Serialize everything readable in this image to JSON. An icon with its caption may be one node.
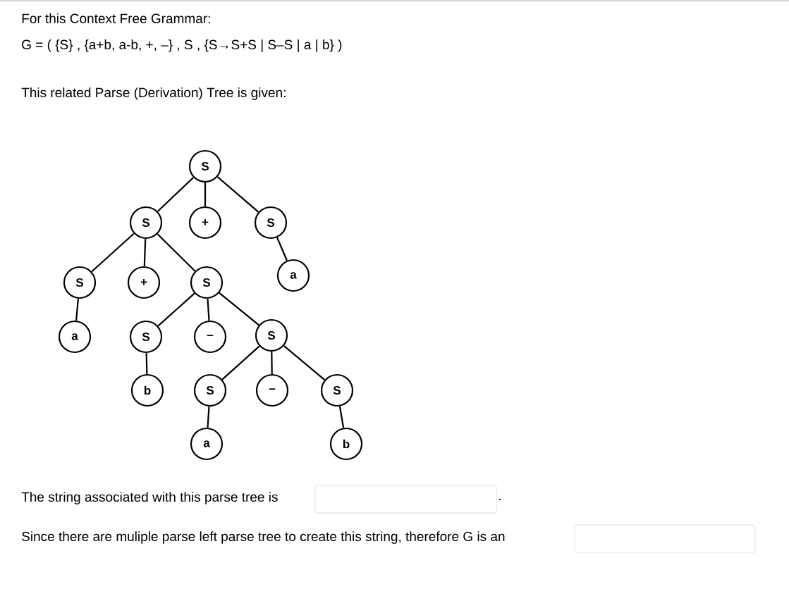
{
  "diagram": {
    "nodes": [
      {
        "text": [
          "S"
        ]
      },
      {
        "text": [
          "S"
        ]
      },
      {
        "text": [
          "+"
        ]
      },
      {
        "text": [
          "S"
        ]
      },
      {
        "text": [
          "S"
        ]
      },
      {
        "text": [
          "+"
        ]
      },
      {
        "text": [
          "S"
        ]
      },
      {
        "text": [
          "a"
        ]
      },
      {
        "text": [
          "a"
        ]
      },
      {
        "text": [
          "S"
        ]
      },
      {
        "text": [
          "–"
        ]
      },
      {
        "text": [
          "S"
        ]
      },
      {
        "text": [
          "b"
        ]
      },
      {
        "text": [
          "S"
        ]
      },
      {
        "text": [
          "–"
        ]
      },
      {
        "text": [
          "S"
        ]
      },
      {
        "text": [
          "a"
        ]
      },
      {
        "text": [
          "b"
        ]
      }
    ],
    "edges": [
      {
        "from": 0,
        "to": 1,
        "arrow": "none"
      },
      {
        "from": 0,
        "to": 2,
        "arrow": "none"
      },
      {
        "from": 0,
        "to": 3,
        "arrow": "none"
      },
      {
        "from": 1,
        "to": 4,
        "arrow": "none"
      },
      {
        "from": 1,
        "to": 5,
        "arrow": "none"
      },
      {
        "from": 1,
        "to": 6,
        "arrow": "none"
      },
      {
        "from": 3,
        "to": 7,
        "arrow": "none"
      },
      {
        "from": 4,
        "to": 8,
        "arrow": "none"
      },
      {
        "from": 6,
        "to": 9,
        "arrow": "none"
      },
      {
        "from": 6,
        "to": 10,
        "arrow": "none"
      },
      {
        "from": 6,
        "to": 11,
        "arrow": "none"
      },
      {
        "from": 9,
        "to": 12,
        "arrow": "none"
      },
      {
        "from": 11,
        "to": 13,
        "arrow": "none"
      },
      {
        "from": 11,
        "to": 14,
        "arrow": "none"
      },
      {
        "from": 11,
        "to": 15,
        "arrow": "none"
      },
      {
        "from": 13,
        "to": 16,
        "arrow": "none"
      },
      {
        "from": 15,
        "to": 17,
        "arrow": "none"
      }
    ],
    "labels": [
      "For this Context Free Grammar:",
      "G = ( {S} , {a+b, a-b, +, –} , S , {S→S+S | S–S | a | b} )",
      "This related Parse (Derivation) Tree is given:",
      "The string associated with this parse tree is",
      ".",
      "Since there are muliple parse left parse tree to create this string, therefore G is an"
    ]
  }
}
